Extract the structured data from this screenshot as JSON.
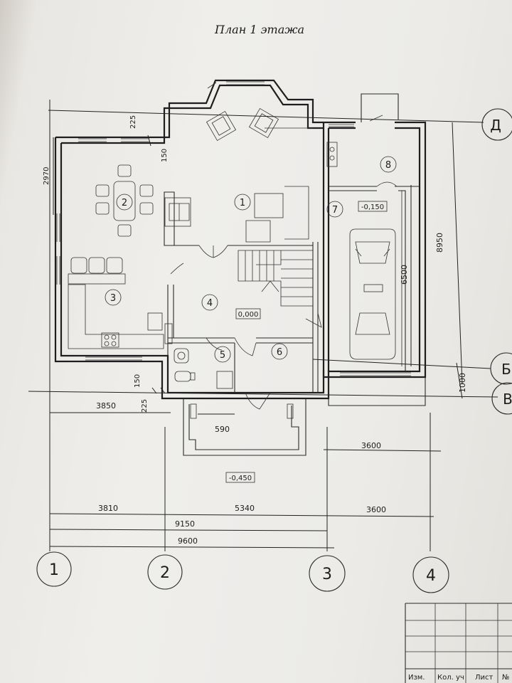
{
  "title": "План 1 этажа",
  "rooms": [
    {
      "num": "1"
    },
    {
      "num": "2"
    },
    {
      "num": "3"
    },
    {
      "num": "4"
    },
    {
      "num": "5"
    },
    {
      "num": "6"
    },
    {
      "num": "7"
    },
    {
      "num": "8"
    }
  ],
  "levels": {
    "hall": "0,000",
    "garage": "-0,150",
    "terrace": "-0,450"
  },
  "dimensions": {
    "d225_top": "225",
    "d150_top": "150",
    "d2970": "2970",
    "d150_bottom": "150",
    "d225_bottom": "225",
    "d3850": "3850",
    "d590": "590",
    "d3600_upper": "3600",
    "d3810": "3810",
    "d5340": "5340",
    "d3600_lower": "3600",
    "d9150": "9150",
    "d9600": "9600",
    "d8950": "8950",
    "d6500": "6500",
    "d1000": "1000"
  },
  "axes": {
    "a1": "1",
    "a2": "2",
    "a3": "3",
    "a4": "4",
    "aD": "Д",
    "aB": "Б",
    "aB2": "В"
  },
  "stamp": {
    "c1": "Изм.",
    "c2": "Кол. уч",
    "c3": "Лист",
    "c4": "№"
  }
}
